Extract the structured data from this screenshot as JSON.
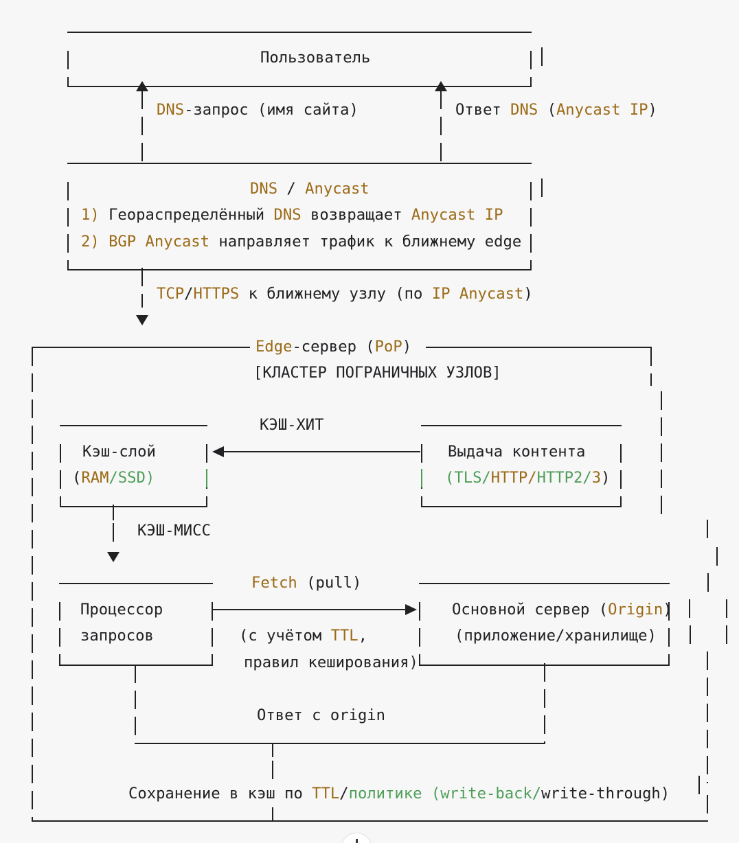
{
  "palette": {
    "background": "#f7f7f8",
    "ink": "#212123",
    "gold": "#9b6a16",
    "green": "#4f9e58"
  },
  "scroll_button": {
    "icon": "down-arrow"
  },
  "diagram": {
    "title": "CDN request flow diagram (ASCII art)",
    "labels": {
      "user_title": {
        "segments": [
          {
            "t": "Пользователь"
          }
        ]
      },
      "dns_request": {
        "segments": [
          {
            "t": "DNS",
            "c": "gold"
          },
          {
            "t": "-запрос (имя сайта)"
          }
        ]
      },
      "dns_response": {
        "segments": [
          {
            "t": "Ответ "
          },
          {
            "t": "DNS",
            "c": "gold"
          },
          {
            "t": " ("
          },
          {
            "t": "Anycast IP",
            "c": "gold"
          },
          {
            "t": ")"
          }
        ]
      },
      "dnsbox_title": {
        "segments": [
          {
            "t": "DNS",
            "c": "gold"
          },
          {
            "t": " / "
          },
          {
            "t": "Anycast",
            "c": "gold"
          }
        ]
      },
      "dnsbox_line1": {
        "segments": [
          {
            "t": "1)",
            "c": "gold"
          },
          {
            "t": " Геораспределённый "
          },
          {
            "t": "DNS",
            "c": "gold"
          },
          {
            "t": " возвращает "
          },
          {
            "t": "Anycast IP",
            "c": "gold"
          }
        ]
      },
      "dnsbox_line2": {
        "segments": [
          {
            "t": "2)",
            "c": "gold"
          },
          {
            "t": " "
          },
          {
            "t": "BGP Anycast",
            "c": "gold"
          },
          {
            "t": " направляет трафик к ближнему edge"
          }
        ]
      },
      "tcp_line": {
        "segments": [
          {
            "t": "TCP",
            "c": "gold"
          },
          {
            "t": "/"
          },
          {
            "t": "HTTPS",
            "c": "gold"
          },
          {
            "t": " к ближнему узлу (по "
          },
          {
            "t": "IP Anycast",
            "c": "gold"
          },
          {
            "t": ")"
          }
        ]
      },
      "edge_title": {
        "segments": [
          {
            "t": "Edge",
            "c": "gold"
          },
          {
            "t": "-сервер ("
          },
          {
            "t": "PoP",
            "c": "gold"
          },
          {
            "t": ")"
          }
        ]
      },
      "cluster_note": {
        "segments": [
          {
            "t": "[КЛАСТЕР ПОГРАНИЧНЫХ УЗЛОВ]"
          }
        ]
      },
      "cache_hit": {
        "segments": [
          {
            "t": "КЭШ-ХИТ"
          }
        ]
      },
      "cache_title": {
        "segments": [
          {
            "t": "Кэш-слой"
          }
        ]
      },
      "cache_sub": {
        "segments": [
          {
            "t": "("
          },
          {
            "t": "RAM",
            "c": "gold"
          },
          {
            "t": "/SSD)",
            "c": "green"
          }
        ]
      },
      "delivery_title": {
        "segments": [
          {
            "t": "Выдача контента"
          }
        ]
      },
      "delivery_sub": {
        "segments": [
          {
            "t": "(TLS/",
            "c": "green"
          },
          {
            "t": "HTTP/",
            "c": "gold"
          },
          {
            "t": "HTTP2/",
            "c": "green"
          },
          {
            "t": "3",
            "c": "gold"
          },
          {
            "t": ")"
          }
        ]
      },
      "cache_miss": {
        "segments": [
          {
            "t": "КЭШ-МИСС"
          }
        ]
      },
      "fetch_label": {
        "segments": [
          {
            "t": "Fetch",
            "c": "gold"
          },
          {
            "t": " (pull)"
          }
        ]
      },
      "processor_line1": {
        "segments": [
          {
            "t": "Процессор"
          }
        ]
      },
      "processor_line2": {
        "segments": [
          {
            "t": "запросов"
          }
        ]
      },
      "ttl_note1": {
        "segments": [
          {
            "t": "(с учётом "
          },
          {
            "t": "TTL",
            "c": "gold"
          },
          {
            "t": ","
          }
        ]
      },
      "ttl_note2": {
        "segments": [
          {
            "t": "правил кеширования)"
          }
        ]
      },
      "origin_line1": {
        "segments": [
          {
            "t": "Основной сервер ("
          },
          {
            "t": "Origin",
            "c": "gold"
          },
          {
            "t": ")"
          }
        ]
      },
      "origin_line2": {
        "segments": [
          {
            "t": "(приложение/хранилище)"
          }
        ]
      },
      "origin_reply": {
        "segments": [
          {
            "t": "Ответ с origin"
          }
        ]
      },
      "save_cache": {
        "segments": [
          {
            "t": "Сохранение в кэш по "
          },
          {
            "t": "TTL",
            "c": "gold"
          },
          {
            "t": "/"
          },
          {
            "t": "политике",
            "c": "green"
          },
          {
            "t": " "
          },
          {
            "t": "(write-back/",
            "c": "green"
          },
          {
            "t": "write-through)"
          }
        ]
      }
    }
  }
}
